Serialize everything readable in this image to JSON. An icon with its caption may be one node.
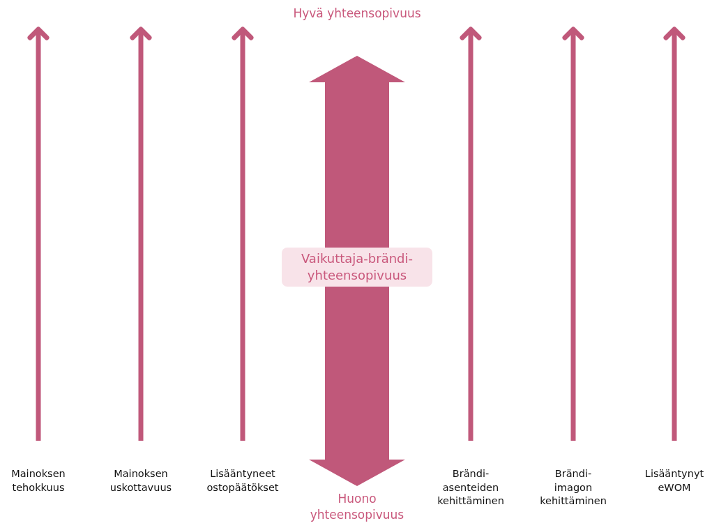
{
  "diagram": {
    "nodes": [
      {
        "text": [
          "Hyvä yhteensopivuus"
        ]
      },
      {
        "text": [
          "Huono yhteensopivuus"
        ]
      },
      {
        "text": [
          "Mainoksen tehokkuus"
        ]
      },
      {
        "text": [
          "Mainoksen uskottavuus"
        ]
      },
      {
        "text": [
          "Lisääntyneet ostopäätökset"
        ]
      },
      {
        "text": [
          "Brändi-asenteiden kehittäminen"
        ]
      },
      {
        "text": [
          "Brändi-imagon kehittäminen"
        ]
      },
      {
        "text": [
          "Lisääntynyt eWOM"
        ]
      }
    ],
    "edges": [
      {
        "from": 1,
        "to": 0,
        "arrow": "both",
        "style": "thick",
        "label": "Vaikuttaja-brändi-yhteensopivuus"
      },
      {
        "from": 2,
        "to": null,
        "arrow": "to"
      },
      {
        "from": 3,
        "to": null,
        "arrow": "to"
      },
      {
        "from": 4,
        "to": null,
        "arrow": "to"
      },
      {
        "from": 5,
        "to": null,
        "arrow": "to"
      },
      {
        "from": 6,
        "to": null,
        "arrow": "to"
      },
      {
        "from": 7,
        "to": null,
        "arrow": "to"
      }
    ]
  }
}
